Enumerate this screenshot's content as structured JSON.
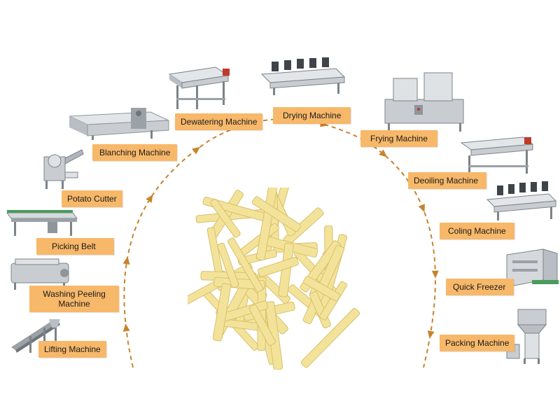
{
  "colors": {
    "label_bg": "#f7b86a",
    "arc": "#c8832e",
    "steel": "#c9cdd1",
    "steel_dark": "#7c8389",
    "fries": "#f3e39a",
    "fries_edge": "#d8c06a"
  },
  "steps": [
    {
      "id": "lifting",
      "label": "Lifting Machine"
    },
    {
      "id": "washing",
      "label": "Washing Peeling Machine"
    },
    {
      "id": "picking",
      "label": "Picking Belt"
    },
    {
      "id": "cutter",
      "label": "Potato Cutter"
    },
    {
      "id": "blanching",
      "label": "Blanching Machine"
    },
    {
      "id": "dewatering",
      "label": "Dewatering Machine"
    },
    {
      "id": "drying",
      "label": "Drying Machine"
    },
    {
      "id": "frying",
      "label": "Frying Machine"
    },
    {
      "id": "deoiling",
      "label": "Deoiling Machine"
    },
    {
      "id": "cooling",
      "label": "Coling Machine"
    },
    {
      "id": "freezer",
      "label": "Quick Freezer"
    },
    {
      "id": "packing",
      "label": "Packing Machine"
    }
  ],
  "washing_label_lines": [
    "Washing Peeling",
    "Machine"
  ],
  "icons": {
    "lifting": "incline-conveyor-icon",
    "washing": "washing-drum-icon",
    "picking": "belt-conveyor-icon",
    "cutter": "cutter-machine-icon",
    "blanching": "blancher-tank-icon",
    "dewatering": "vibrating-screen-icon",
    "drying": "air-fan-dryer-icon",
    "frying": "fryer-tank-icon",
    "deoiling": "vibrating-screen-icon",
    "cooling": "air-fan-dryer-icon",
    "freezer": "freezer-box-icon",
    "packing": "packing-machine-icon",
    "center": "french-fries-image"
  }
}
